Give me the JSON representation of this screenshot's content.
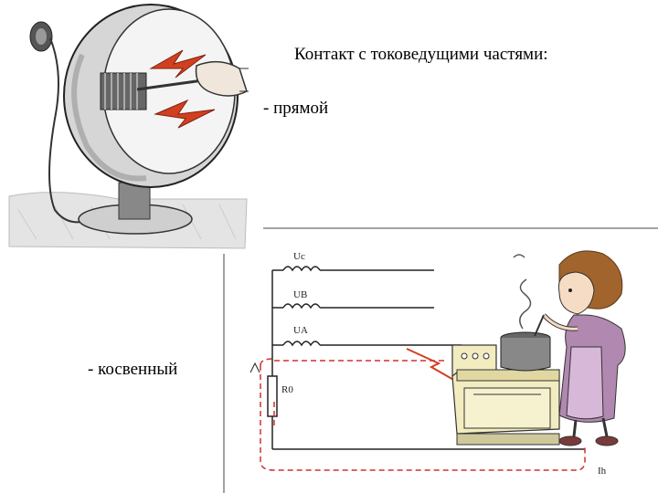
{
  "texts": {
    "title": "Контакт с токоведущими частями:",
    "direct": "- прямой",
    "indirect": "- косвенный"
  },
  "circuit_labels": {
    "phase_c": "Uc",
    "phase_b": "UB",
    "phase_a": "UA",
    "neutral_resistor": "R0",
    "current": "Ih"
  },
  "colors": {
    "ink": "#222222",
    "current_path": "#d03030",
    "lightning": "#d04020",
    "stove": "#f2ecc0",
    "dress": "#b088b0",
    "hair": "#a0642c"
  }
}
